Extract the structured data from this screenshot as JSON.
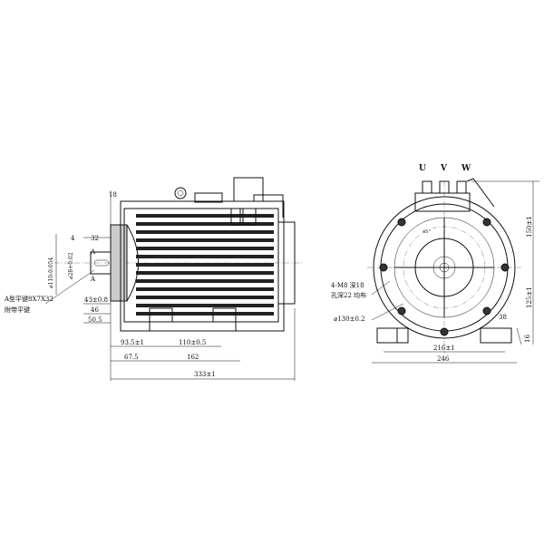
{
  "side_view": {
    "dims": {
      "flange_thickness": "18",
      "key_offset": "4",
      "shaft_length": "32",
      "section_mark_top": "A",
      "section_mark_bottom": "A",
      "flange_dia": "⌀110-0.054",
      "shaft_dia": "⌀28+0.02",
      "d1": "43±0.8",
      "d2": "46",
      "d3": "50.5",
      "foot_offset": "93.5±1",
      "foot_span": "110±0.5",
      "d4": "67.5",
      "d5": "162",
      "overall_length": "333±1"
    },
    "key_note_1": "A型平键8X7X32",
    "key_note_2": "附带平键"
  },
  "front_view": {
    "phase_labels": [
      "U",
      "V",
      "W"
    ],
    "dims": {
      "top_height": "150±1",
      "shaft_height": "125±1",
      "foot_thickness": "16",
      "foot_width": "38",
      "angle": "45°",
      "foot_hole_span": "216±1",
      "overall_width": "246",
      "pcd": "⌀130±0.2"
    },
    "hole_note_1": "4-M8 深18",
    "hole_note_2": "孔深22 均布"
  }
}
